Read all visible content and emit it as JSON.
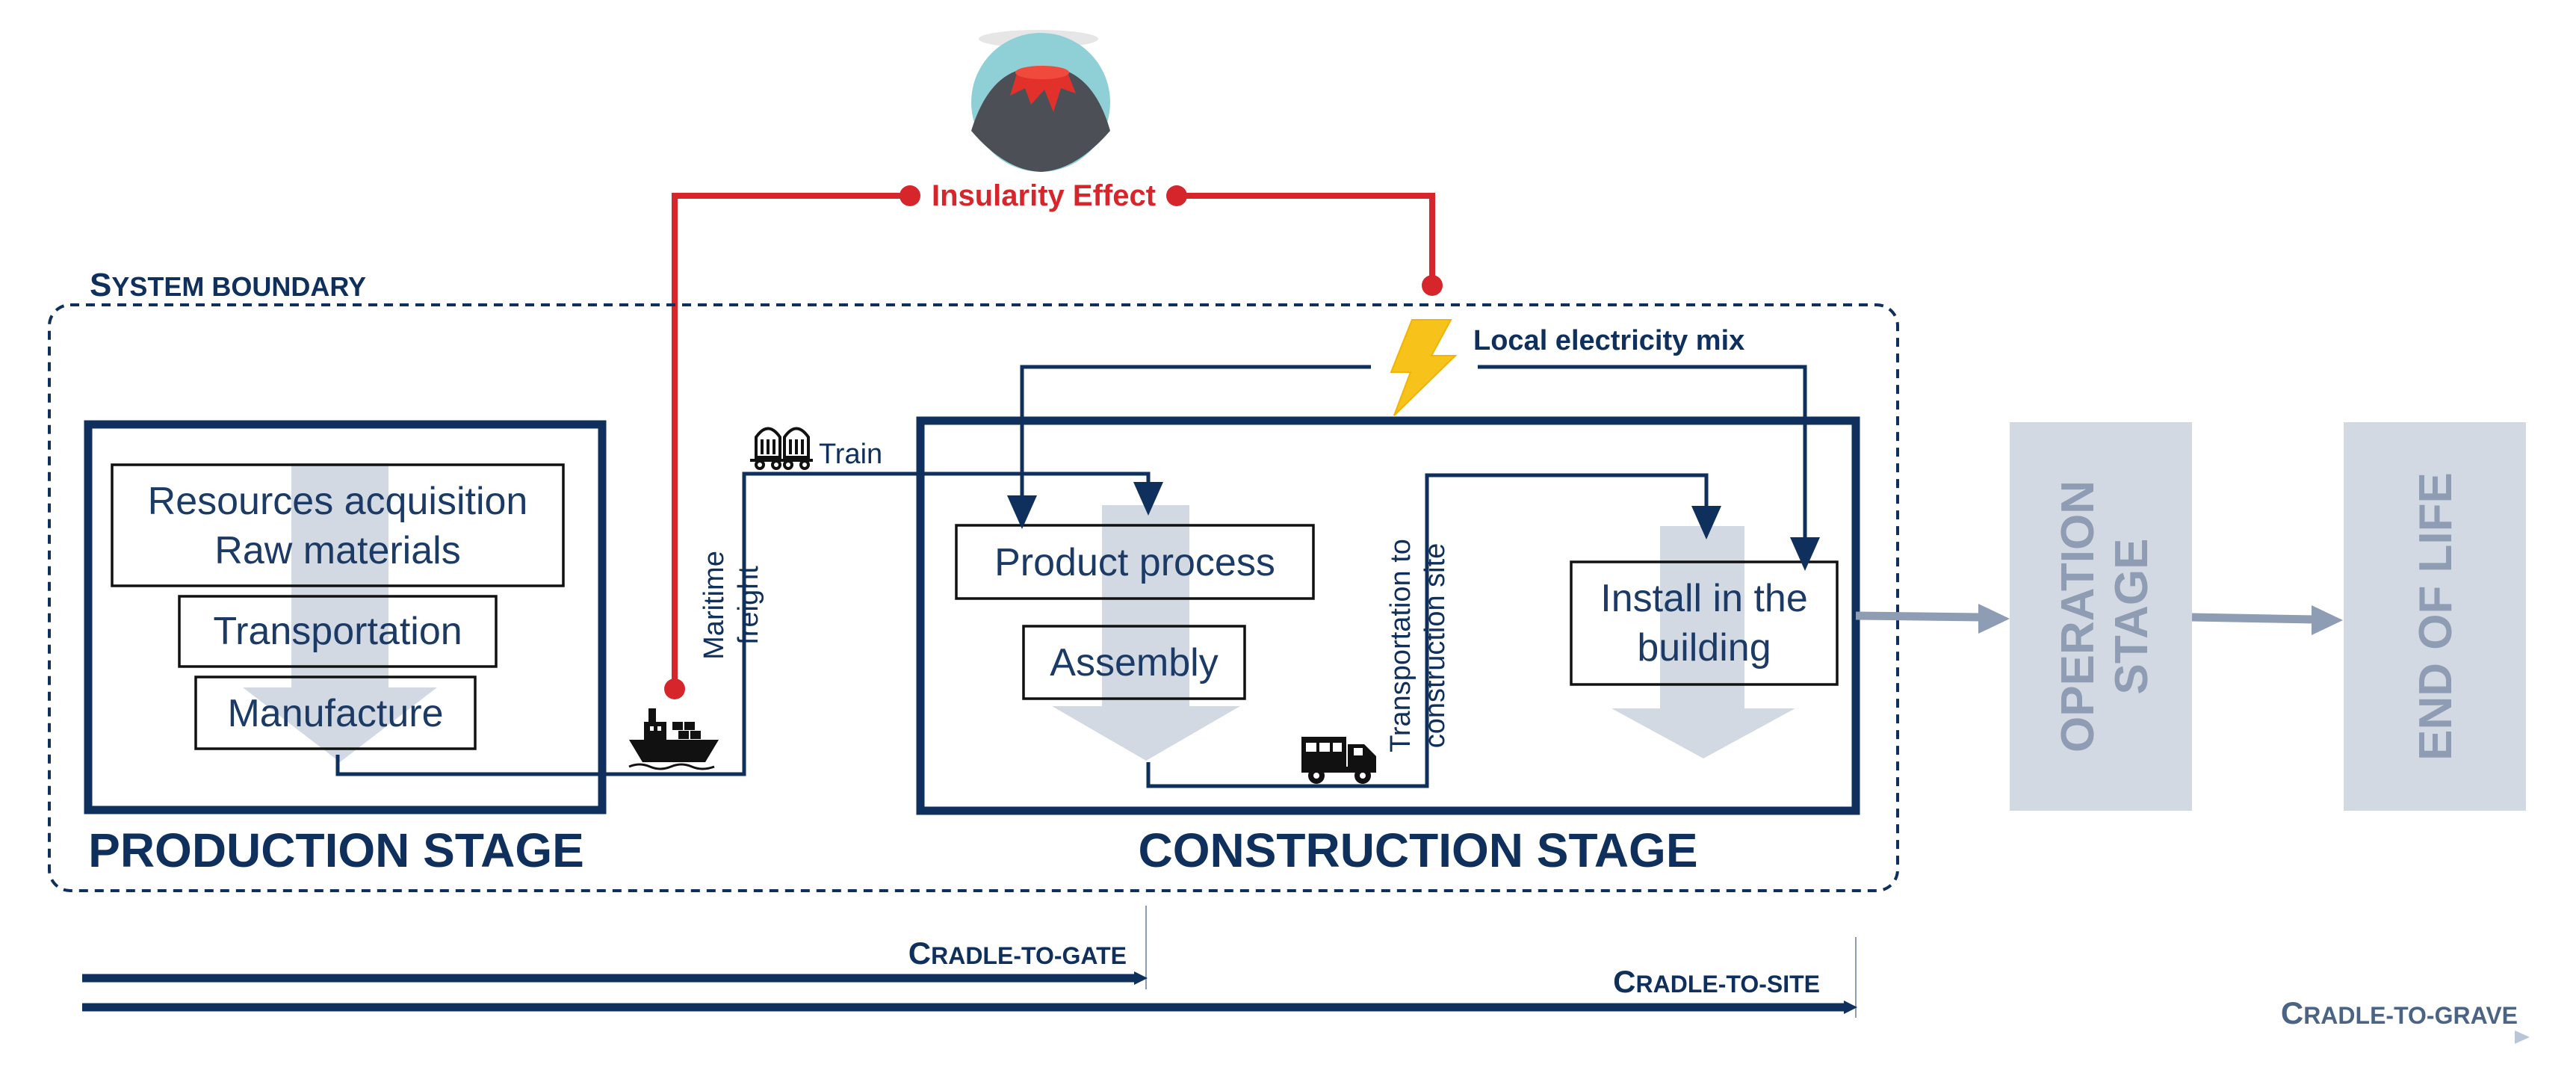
{
  "insularity": {
    "label": "Insularity Effect",
    "icon": "volcano-icon",
    "color": "#d7262b"
  },
  "system_boundary": {
    "label_first": "S",
    "label_rest": "YSTEM BOUNDARY"
  },
  "electricity": {
    "label": "Local electricity mix",
    "icon": "lightning-icon"
  },
  "production_stage": {
    "title": "PRODUCTION STAGE",
    "boxes": {
      "resources_line1": "Resources acquisition",
      "resources_line2": "Raw materials",
      "transportation": "Transportation",
      "manufacture": "Manufacture"
    }
  },
  "construction_stage": {
    "title": "CONSTRUCTION STAGE",
    "product_process": "Product process",
    "assembly": "Assembly",
    "install_line1": "Install in the",
    "install_line2": "building"
  },
  "transport": {
    "train": "Train",
    "maritime_line1": "Maritime",
    "maritime_line2": "freight",
    "site_line1": "Transportation to",
    "site_line2": "construction site"
  },
  "operation_stage": {
    "line1": "OPERATION",
    "line2": "STAGE"
  },
  "end_of_life": {
    "label": "END OF LIFE"
  },
  "scopes": {
    "gate": {
      "c": "C",
      "rest": "RADLE-TO-GATE"
    },
    "site": {
      "c": "C",
      "rest": "RADLE-TO-SITE"
    },
    "grave": {
      "c": "C",
      "rest": "RADLE-TO-GRAVE"
    }
  },
  "colors": {
    "navy": "#0f2f5c",
    "red": "#d7262b",
    "light_gray": "#d3d9e2",
    "arrow_gray": "#8e9db3",
    "yellow": "#f7c21a"
  }
}
